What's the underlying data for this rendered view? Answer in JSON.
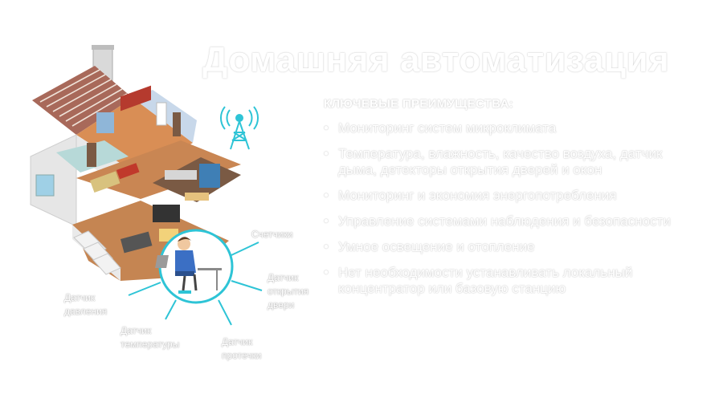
{
  "title": "Домашняя автоматизация",
  "subtitle": "КЛЮЧЕВЫЕ ПРЕИМУЩЕСТВА:",
  "benefits": [
    "Мониторинг систем микроклимата",
    "Температура, влажность, качество воздуха, датчик дыма, детекторы открытия дверей и окон",
    "Мониторинг и экономия энергопотребления",
    "Управление системами наблюдения и безопасности",
    "Умное освещение и отопление",
    "Нет необходимости устанавливать локальный концентратор или базовую станцию"
  ],
  "sensors": {
    "meters": "Счетчики",
    "door_line1": "Датчик",
    "door_line2": "открытия",
    "door_line3": "двери",
    "pressure_line1": "Датчик",
    "pressure_line2": "давления",
    "temperature_line1": "Датчик",
    "temperature_line2": "температуры",
    "leak_line1": "Датчик",
    "leak_line2": "протечки"
  },
  "colors": {
    "accent": "#2ec4d6",
    "text_outline": "#c4c4c4"
  },
  "icons": [
    "house-illustration",
    "antenna-icon",
    "user-at-computer-icon"
  ]
}
